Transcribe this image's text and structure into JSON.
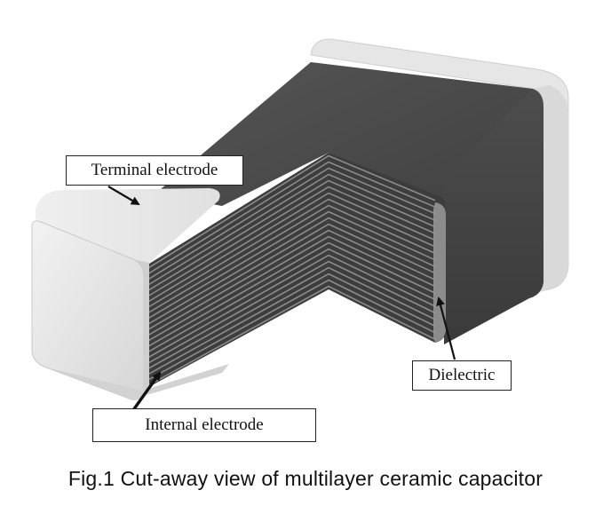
{
  "labels": {
    "terminal": "Terminal electrode",
    "dielectric": "Dielectric",
    "internal": "Internal electrode"
  },
  "caption": "Fig.1  Cut-away view of multilayer ceramic capacitor",
  "colors": {
    "terminal_face": "#e4e4e4",
    "terminal_side": "#cfcfcf",
    "body_dark": "#4a4a4a",
    "body_top": "#5a5a5a",
    "layer_dark": "#3a3a3a",
    "layer_light": "#8c8c8c"
  },
  "layer_count": 22
}
